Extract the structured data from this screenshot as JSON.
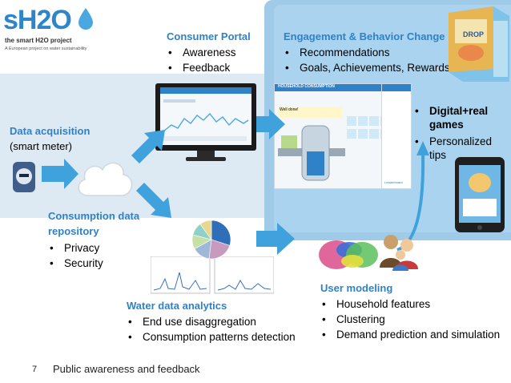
{
  "logo": {
    "text": "sH2O",
    "subtitle": "the smart H2O project",
    "tagline": "A European project on water sustainability"
  },
  "sections": {
    "consumer_portal": {
      "title": "Consumer Portal",
      "items": [
        "Awareness",
        "Feedback"
      ]
    },
    "engagement": {
      "title": "Engagement  & Behavior Change",
      "items": [
        "Recommendations",
        "Goals, Achievements, Rewards"
      ]
    },
    "games": {
      "items": [
        "Digital+real games",
        "Personalized tips"
      ]
    },
    "data_acquisition": {
      "title": "Data acquisition",
      "subtitle": "(smart meter)"
    },
    "repository": {
      "title_line1": "Consumption data",
      "title_line2": "repository",
      "items": [
        "Privacy",
        "Security"
      ]
    },
    "analytics": {
      "title": "Water data analytics",
      "items": [
        "End use disaggregation",
        "Consumption patterns detection"
      ]
    },
    "user_modeling": {
      "title": "User modeling",
      "items": [
        "Household features",
        "Clustering",
        "Demand prediction and simulation"
      ]
    }
  },
  "screen": {
    "header": "HOUSEHOLD CONSUMPTION",
    "panel_label": "Well done!",
    "footer_link": "Leaderboard"
  },
  "footer": {
    "page_number": "7",
    "caption": "Public awareness and feedback"
  },
  "colors": {
    "accent": "#2f82c8",
    "arrow": "#3fa2dc",
    "panel_light": "#dde9f3",
    "panel_blue": "#a9d3ee"
  },
  "pie_data": [
    {
      "value": 30,
      "color": "#2e6fb8"
    },
    {
      "value": 22,
      "color": "#c89ac0"
    },
    {
      "value": 15,
      "color": "#a0b8d8"
    },
    {
      "value": 12,
      "color": "#c7e0a6"
    },
    {
      "value": 11,
      "color": "#8fd0c8"
    },
    {
      "value": 10,
      "color": "#e8d88f"
    }
  ]
}
